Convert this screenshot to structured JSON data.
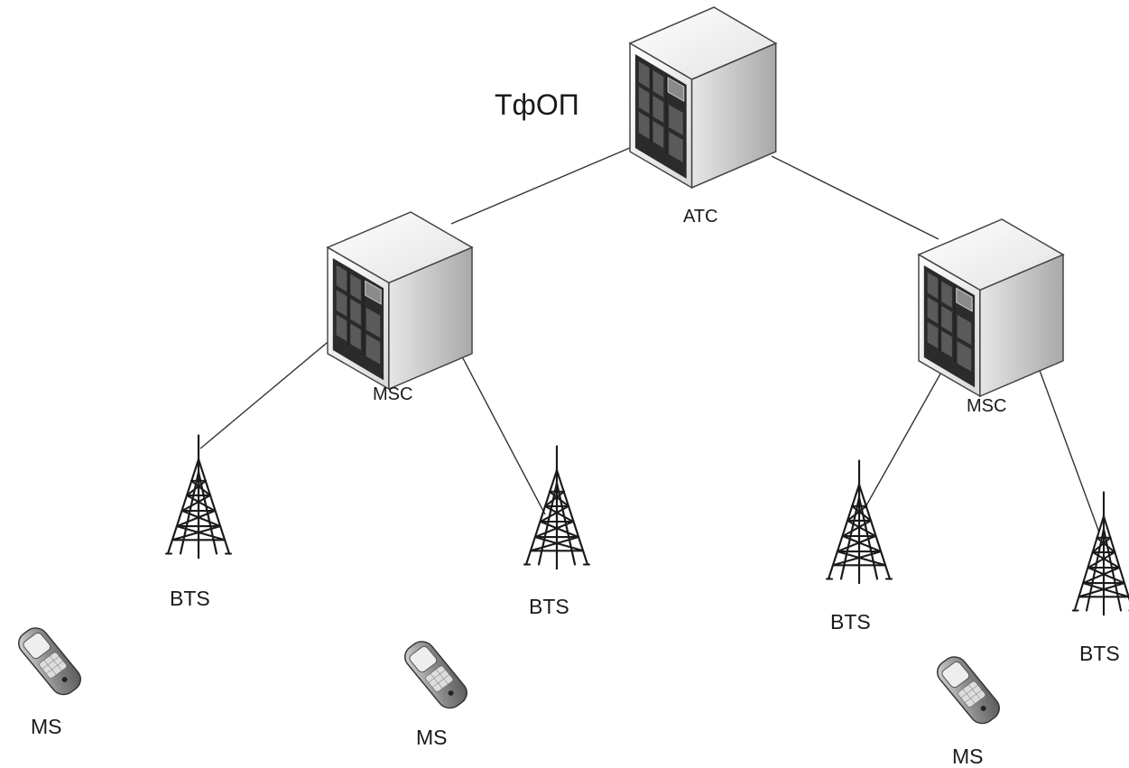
{
  "network_label": "ТфОП",
  "exchange": {
    "label": "АТС"
  },
  "switches": [
    {
      "label": "MSC"
    },
    {
      "label": "MSC"
    }
  ],
  "base_stations": [
    {
      "label": "BTS"
    },
    {
      "label": "BTS"
    },
    {
      "label": "BTS"
    },
    {
      "label": "BTS"
    }
  ],
  "mobile_stations": [
    {
      "label": "MS"
    },
    {
      "label": "MS"
    },
    {
      "label": "MS"
    }
  ],
  "icons": {
    "exchange": "server-cube-icon",
    "switch": "server-cube-icon",
    "base_station": "radio-tower-icon",
    "mobile_station": "mobile-phone-icon"
  },
  "colors": {
    "line": "#333333",
    "server_front": "#f4f4f4",
    "server_side": "#c8c8c8",
    "server_top": "#fafafa",
    "server_panel": "#2b2b2b",
    "tower": "#1a1a1a",
    "phone_body": "#7a7a7a"
  }
}
